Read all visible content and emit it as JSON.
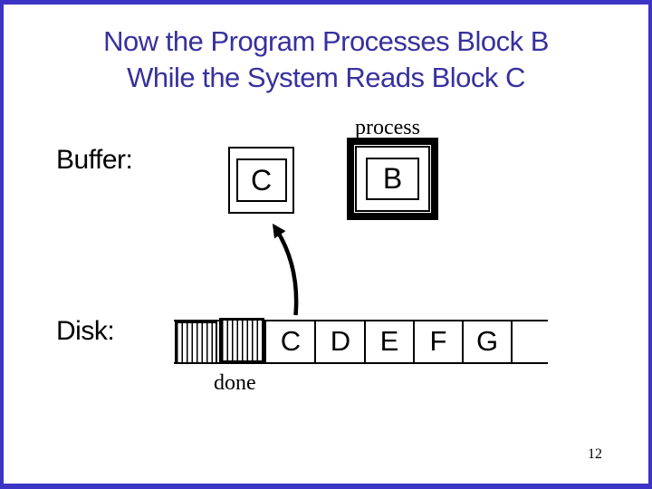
{
  "colors": {
    "frame": "#3b34c4",
    "title": "#37319e",
    "ink": "#000000",
    "background": "#ffffff"
  },
  "title": {
    "line1": "Now the Program Processes Block B",
    "line2": "While the System Reads Block C"
  },
  "buffer": {
    "label": "Buffer:",
    "slot_c": "C",
    "slot_b": "B",
    "process_label": "process"
  },
  "disk": {
    "label": "Disk:",
    "blocks": [
      "C",
      "D",
      "E",
      "F",
      "G"
    ],
    "done_label": "done"
  },
  "page_number": "12"
}
